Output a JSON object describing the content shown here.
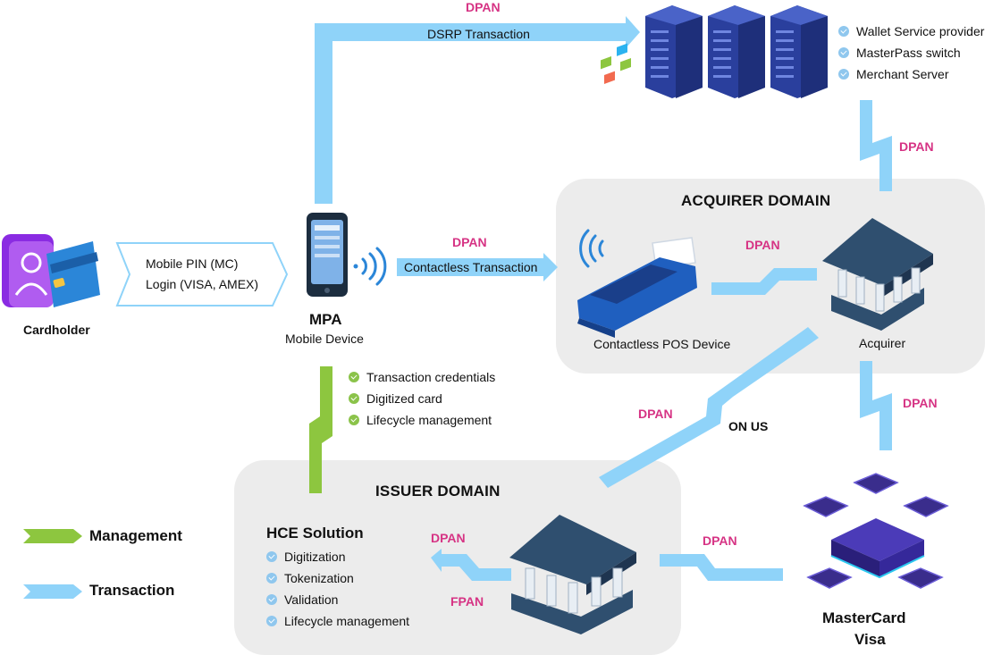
{
  "colors": {
    "transaction": "#8fd3f9",
    "management": "#8dc63f",
    "dpan_text": "#d63384",
    "domain_bg": "#ececec",
    "server": "#2a3f9d",
    "bank": "#2f4f6f"
  },
  "top": {
    "dpan": "DPAN",
    "dsrp": "DSRP Transaction"
  },
  "servers": {
    "items": [
      "Wallet Service provider",
      "MasterPass switch",
      "Merchant Server"
    ],
    "dpan": "DPAN"
  },
  "cardholder": {
    "label": "Cardholder",
    "auth_lines": [
      "Mobile PIN (MC)",
      "Login (VISA, AMEX)"
    ]
  },
  "mpa": {
    "title": "MPA",
    "subtitle": "Mobile Device",
    "contactless_dpan": "DPAN",
    "contactless_label": "Contactless Transaction",
    "management_items": [
      "Transaction credentials",
      "Digitized card",
      "Lifecycle management"
    ]
  },
  "acquirer_domain": {
    "title": "ACQUIRER DOMAIN",
    "pos_label": "Contactless POS Device",
    "dpan": "DPAN",
    "acquirer_label": "Acquirer",
    "down_dpan": "DPAN"
  },
  "on_us": {
    "dpan": "DPAN",
    "label": "ON US"
  },
  "issuer_domain": {
    "title": "ISSUER DOMAIN",
    "hce_title": "HCE Solution",
    "hce_items": [
      "Digitization",
      "Tokenization",
      "Validation",
      "Lifecycle management"
    ],
    "dpan": "DPAN",
    "fpan": "FPAN",
    "network_dpan": "DPAN"
  },
  "network": {
    "line1": "MasterCard",
    "line2": "Visa"
  },
  "legend": {
    "management": "Management",
    "transaction": "Transaction"
  }
}
